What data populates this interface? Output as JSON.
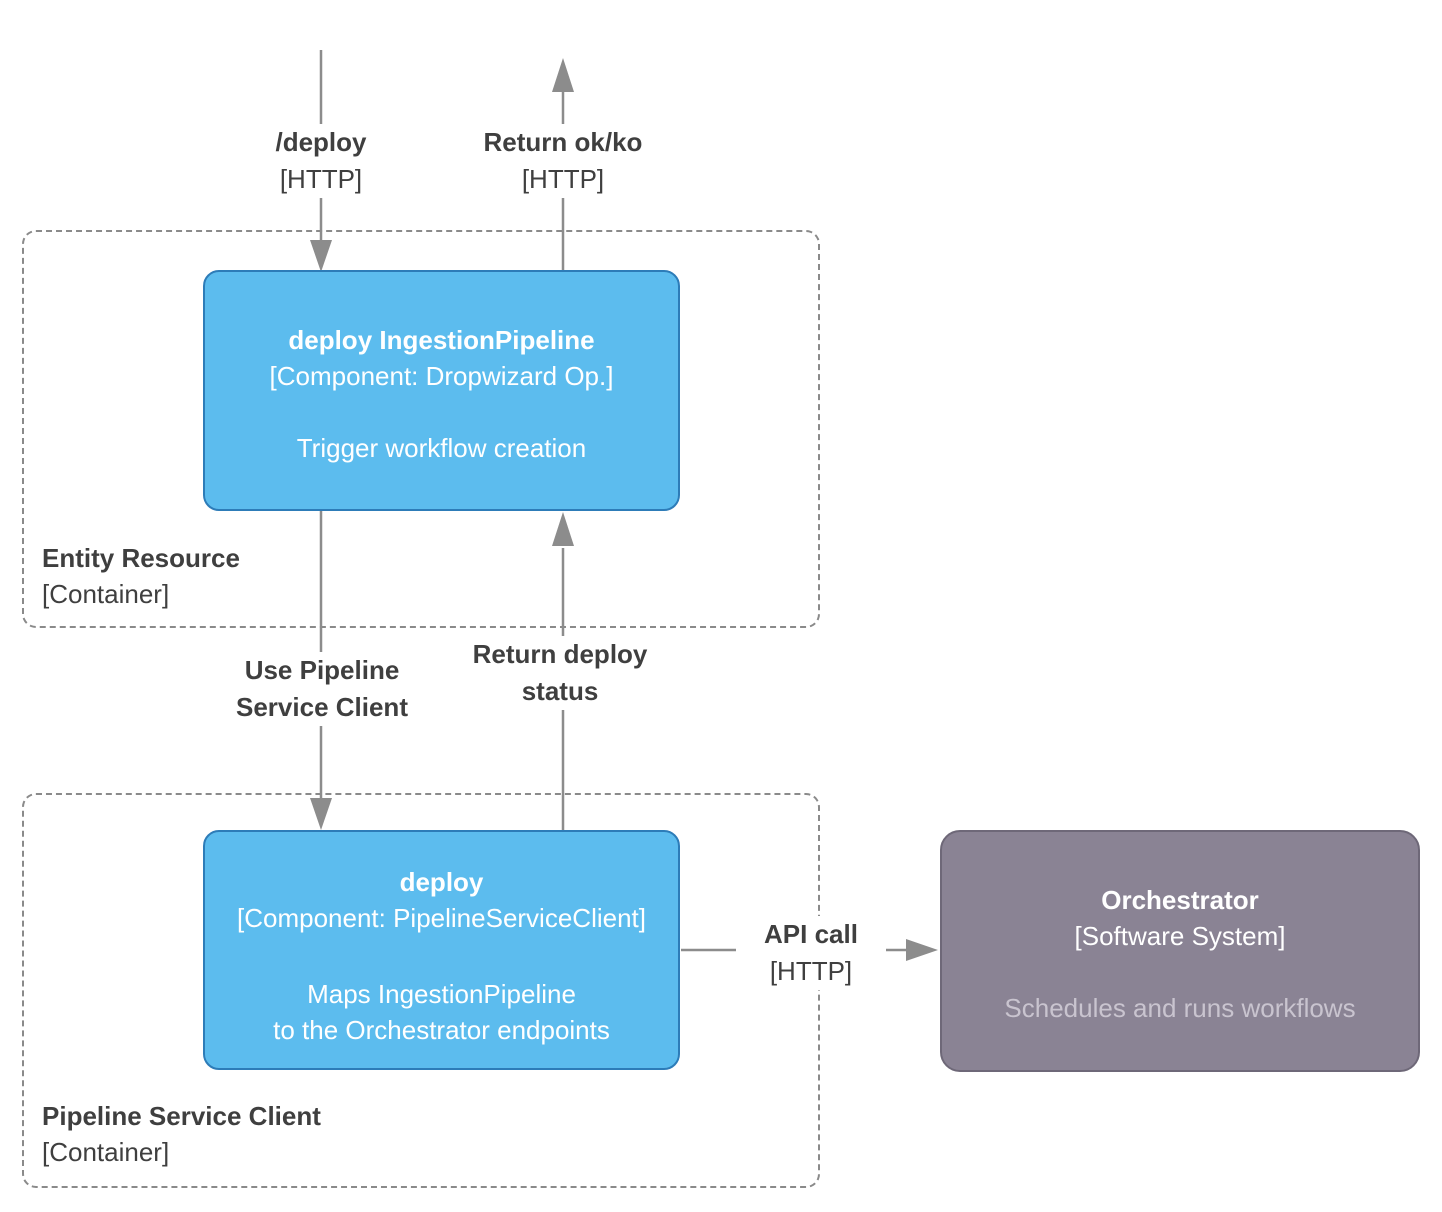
{
  "colors": {
    "component-fill": "#5CBCEE",
    "component-border": "#2D7CB8",
    "external-fill": "#8A8394",
    "external-border": "#6E6878",
    "external-desc-text": "#C9C4CF",
    "arrow": "#8C8C8C",
    "label-text": "#3F3F3F",
    "dashed-border": "#8A8A8A",
    "component-text": "#FFFFFF"
  },
  "flows": {
    "deploy_in": {
      "label": "/deploy",
      "protocol": "[HTTP]"
    },
    "return_ok": {
      "label": "Return ok/ko",
      "protocol": "[HTTP]"
    },
    "use_pipeline": {
      "line1": "Use Pipeline",
      "line2": "Service Client"
    },
    "return_status": {
      "line1": "Return deploy",
      "line2": "status"
    },
    "api_call": {
      "label": "API call",
      "protocol": "[HTTP]"
    }
  },
  "containers": {
    "entity_resource": {
      "name": "Entity Resource",
      "type": "[Container]"
    },
    "pipeline_service_client": {
      "name": "Pipeline Service Client",
      "type": "[Container]"
    }
  },
  "components": {
    "deploy_ingestion_pipeline": {
      "title": "deploy IngestionPipeline",
      "subtitle": "[Component: Dropwizard Op.]",
      "description": "Trigger workflow creation"
    },
    "deploy_client": {
      "title": "deploy",
      "subtitle": "[Component: PipelineServiceClient]",
      "description_line1": "Maps IngestionPipeline",
      "description_line2": "to the Orchestrator endpoints"
    }
  },
  "external_system": {
    "title": "Orchestrator",
    "subtitle": "[Software System]",
    "description": "Schedules and runs workflows"
  }
}
